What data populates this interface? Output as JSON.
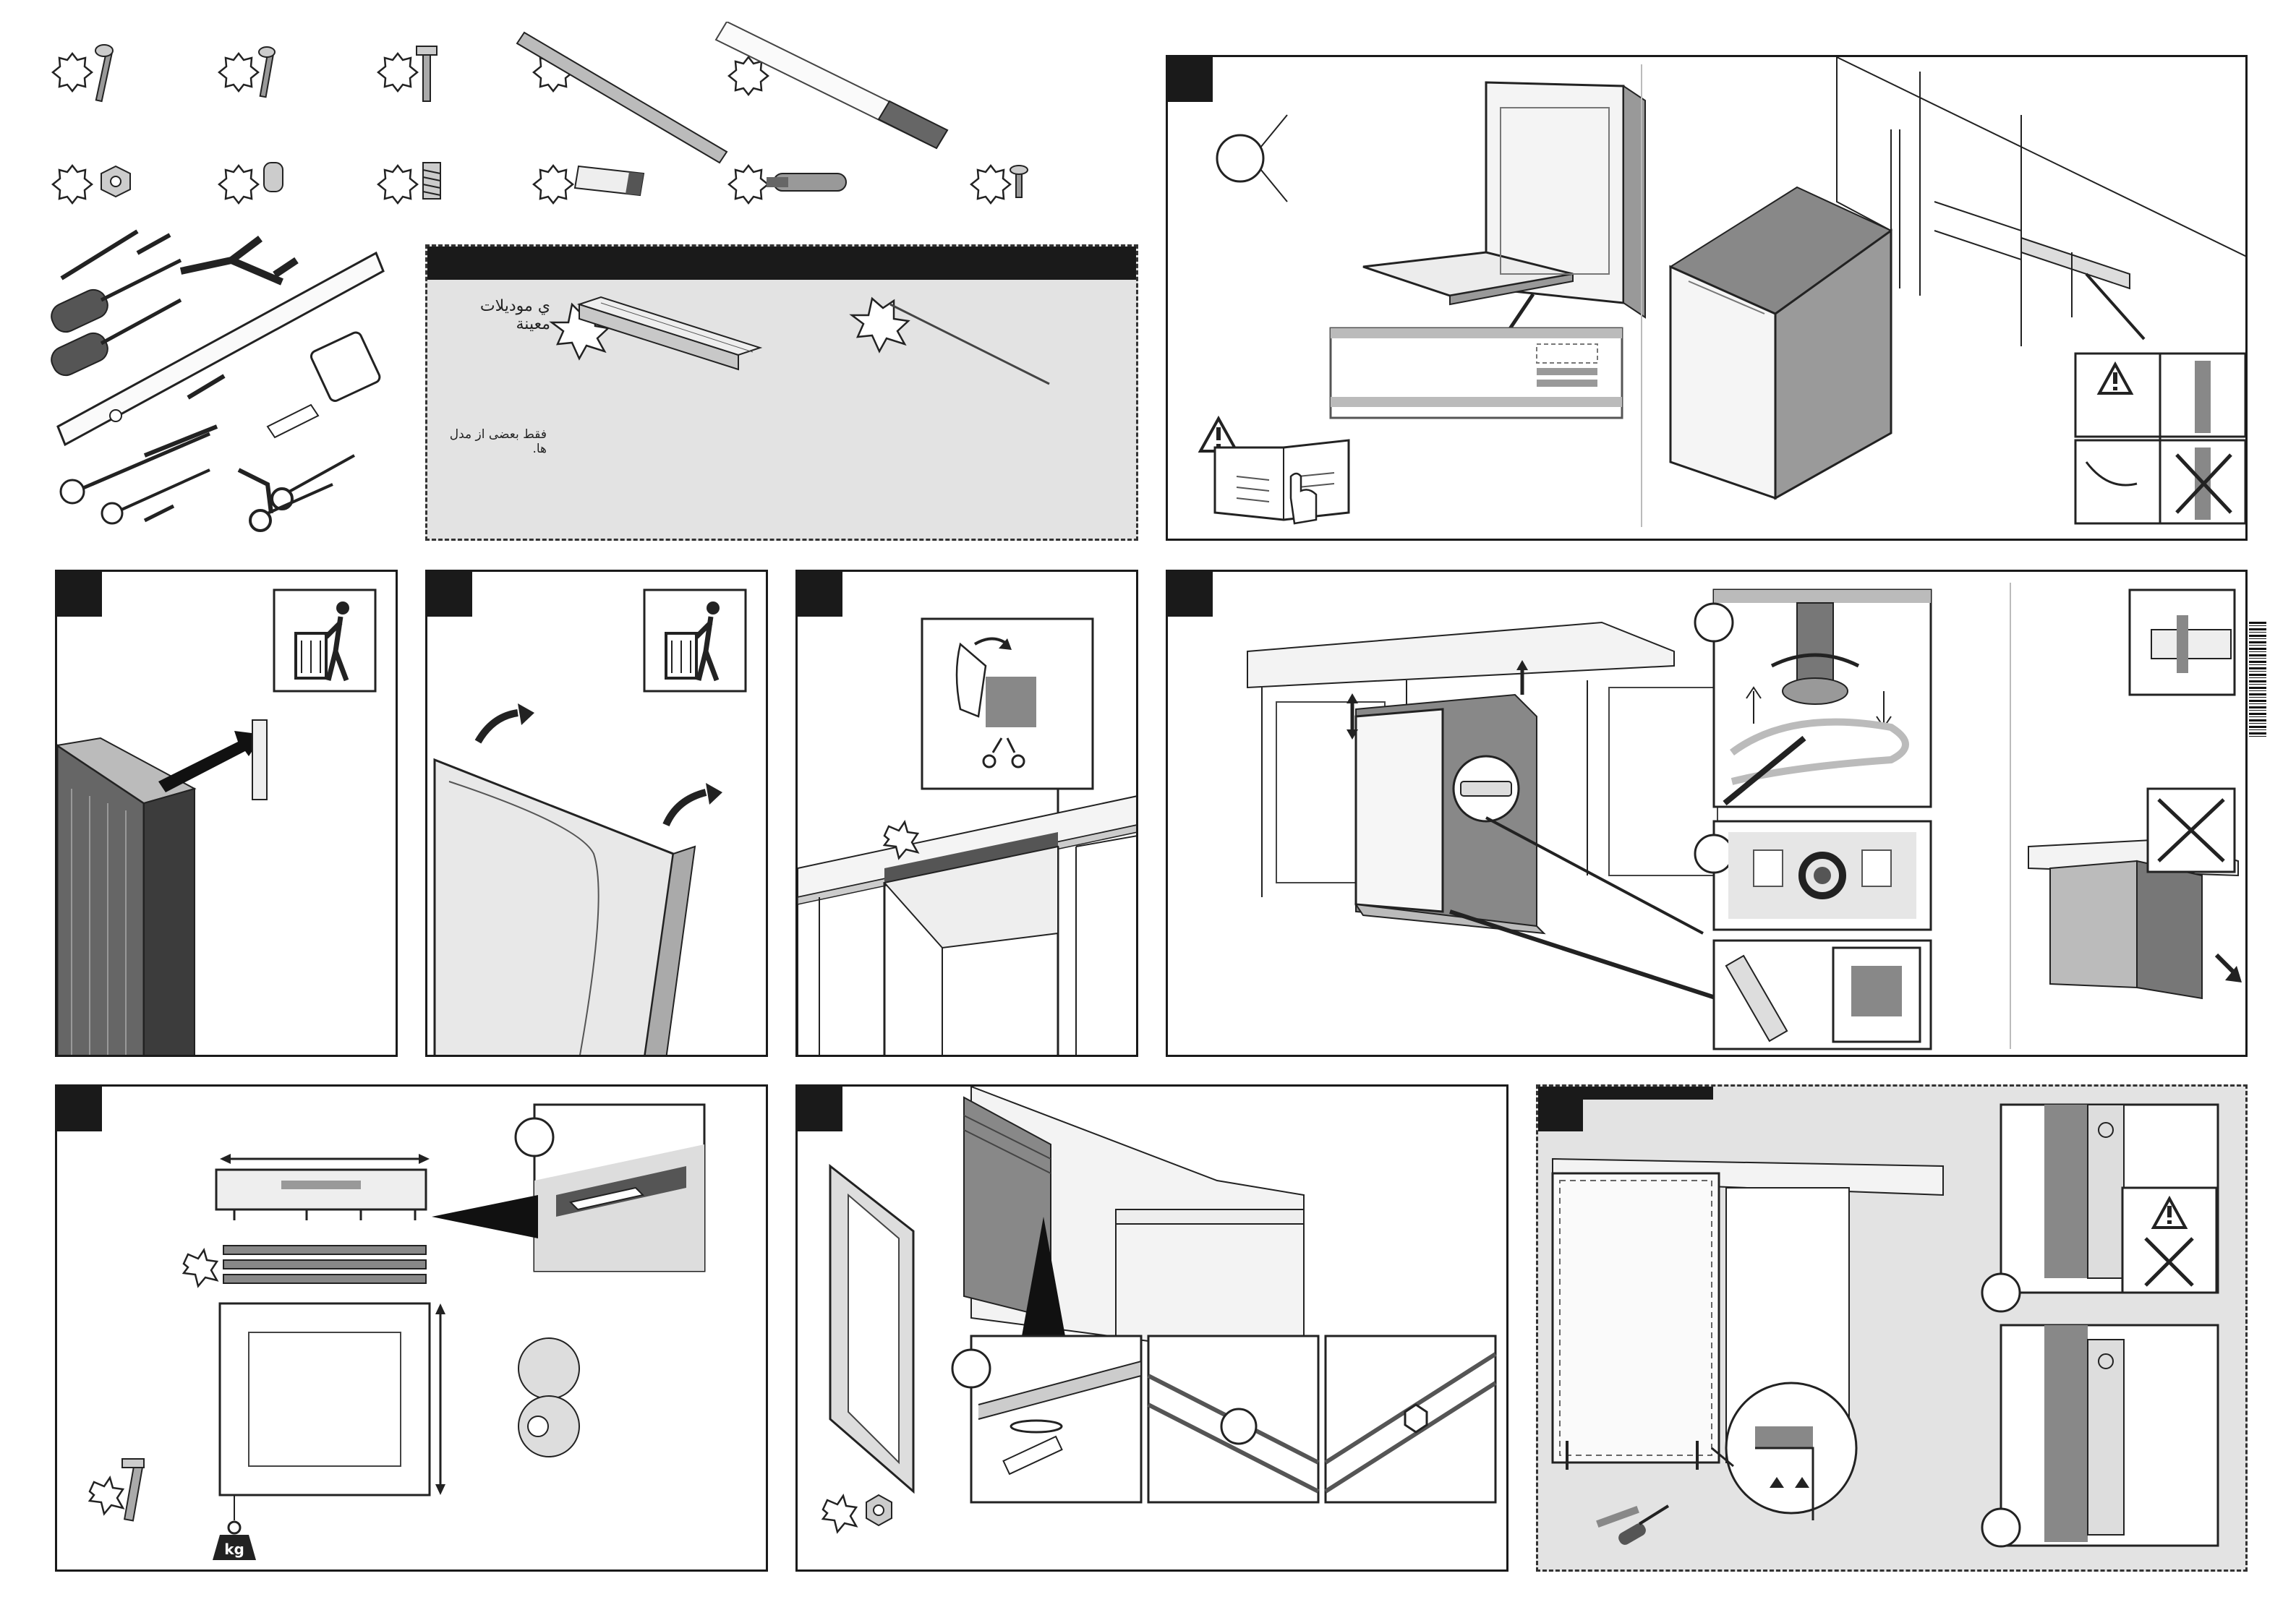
{
  "info_panel": {
    "text_1": "ي موديلات معينة",
    "text_2": "فقط بعضى از مدل ها."
  },
  "warning_icon": "warning-triangle-icon",
  "disposal_icon": "trash-bin-icon",
  "weight_icon": {
    "label": "kg"
  },
  "colors": {
    "frame": "#1a1a1a",
    "dashed_fill": "#e3e3e3",
    "line": "#333333",
    "appliance": "#8a8a8a"
  }
}
